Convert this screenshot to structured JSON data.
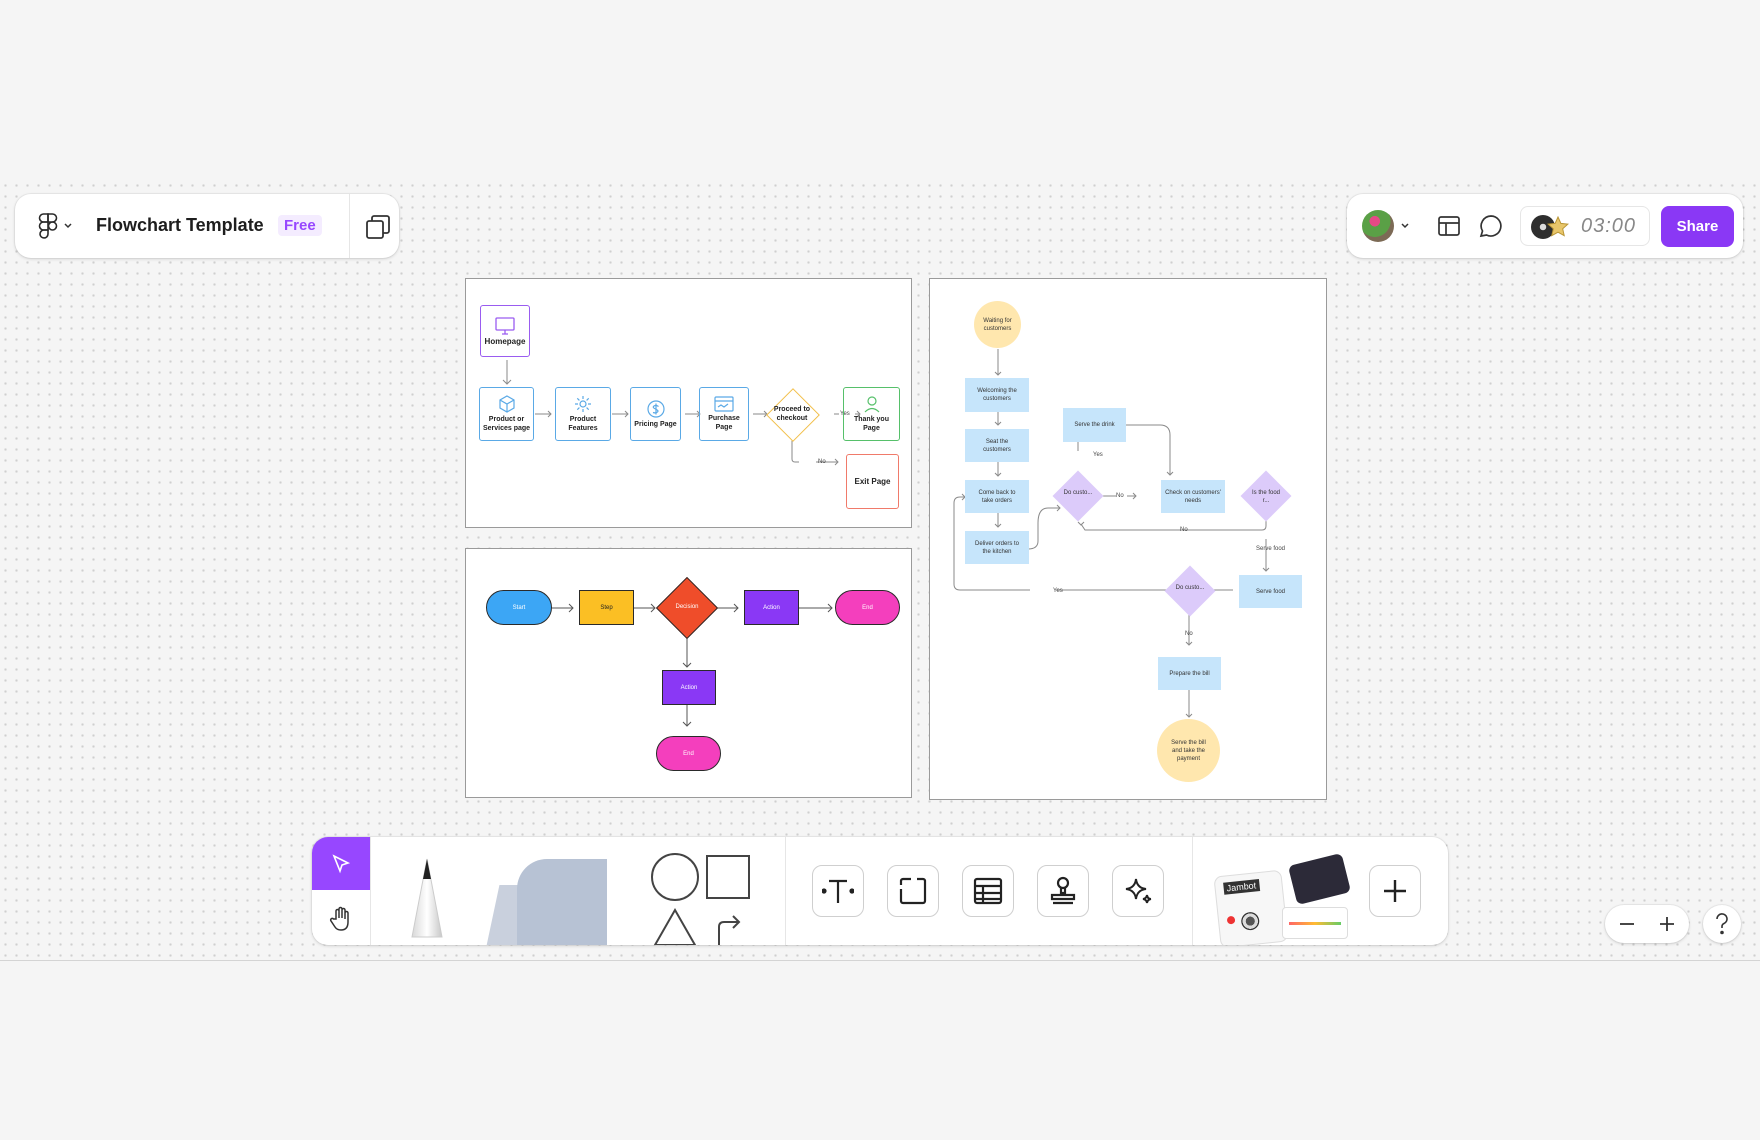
{
  "file": {
    "title": "Flowchart Template",
    "plan_badge": "Free"
  },
  "toolbar_right": {
    "timer": "03:00",
    "share_label": "Share"
  },
  "flow_website": {
    "homepage": "Homepage",
    "product_services": "Product or Services page",
    "product_features": "Product Features",
    "pricing": "Pricing Page",
    "purchase": "Purchase Page",
    "checkout": "Proceed to checkout",
    "thank_you": "Thank you Page",
    "exit": "Exit Page",
    "yes": "Yes",
    "no": "No"
  },
  "flow_basic": {
    "start": "Start",
    "step": "Step",
    "decision": "Decision",
    "action1": "Action",
    "end1": "End",
    "action2": "Action",
    "end2": "End"
  },
  "flow_restaurant": {
    "waiting": "Waiting for customers",
    "welcoming": "Welcoming the customers",
    "seat": "Seat the customers",
    "come_back": "Come back to take orders",
    "deliver": "Deliver orders to the kitchen",
    "serve_drink": "Serve the drink",
    "do_custo_1": "Do custo...",
    "check_needs": "Check on customers' needs",
    "is_food": "Is the food r...",
    "serve_food_label": "Serve food",
    "serve_food": "Serve food",
    "do_custo_2": "Do custo...",
    "prepare_bill": "Prepare the bill",
    "serve_bill": "Serve the bill and take the payment",
    "yes_a": "Yes",
    "no_a": "No",
    "no_b": "No",
    "yes_b": "Yes",
    "no_c": "No"
  },
  "bottom_toolbar": {
    "sticker_label": "Jambot"
  },
  "colors": {
    "accent": "#9747ff",
    "share": "#8a38f5",
    "free": "#9747ff"
  }
}
